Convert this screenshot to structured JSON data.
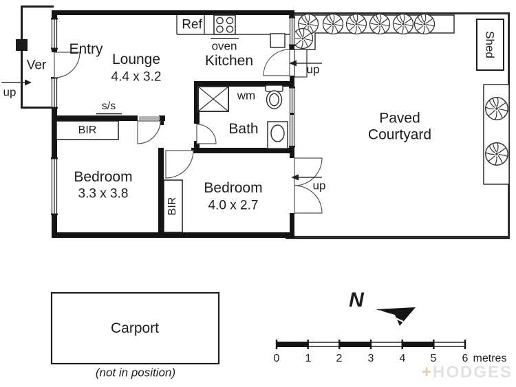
{
  "labels": {
    "ver": "Ver",
    "entry": "Entry",
    "lounge": {
      "name": "Lounge",
      "dims": "4.4 x 3.2"
    },
    "kitchen": "Kitchen",
    "bath": "Bath",
    "bedroom1": {
      "name": "Bedroom",
      "dims": "3.3 x 3.8"
    },
    "bedroom2": {
      "name": "Bedroom",
      "dims": "4.0 x 2.7"
    },
    "courtyard": {
      "line1": "Paved",
      "line2": "Courtyard"
    },
    "shed": "Shed",
    "carport": {
      "name": "Carport",
      "note": "(not in position)"
    },
    "ref": "Ref",
    "oven": "oven",
    "wm": "wm",
    "bir": "BIR",
    "ss": "s/s",
    "up": "up"
  },
  "compass": {
    "north": "N"
  },
  "scale_bar": {
    "ticks": [
      "0",
      "1",
      "2",
      "3",
      "4",
      "5",
      "6"
    ],
    "unit": "metres"
  },
  "watermark": {
    "plus": "+",
    "text": "HODGES"
  },
  "colors": {
    "wall": "#141414",
    "courtyard_wall": "#2c2c2c",
    "thin_line": "#333333",
    "watermark_plus": "#f2c89e",
    "watermark_text": "#e2e2e2"
  }
}
